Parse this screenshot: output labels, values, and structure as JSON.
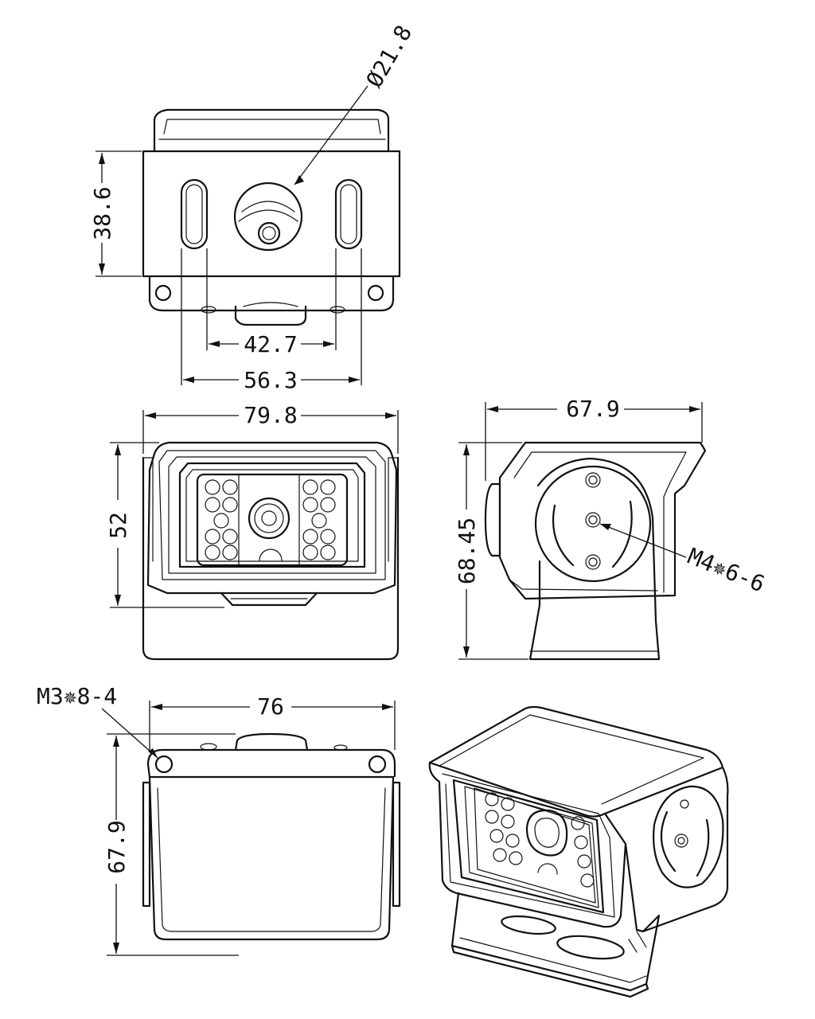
{
  "dimensions": {
    "lens_diameter": "Ø21.8",
    "top_height": "38.6",
    "slot_spacing": "42.7",
    "slot_outer": "56.3",
    "front_width": "79.8",
    "front_height": "52",
    "side_width": "67.9",
    "side_height": "68.45",
    "side_screw": "M4✵6-6",
    "bottom_screw": "M3✵8-4",
    "bottom_width": "76",
    "bottom_height": "67.9"
  }
}
